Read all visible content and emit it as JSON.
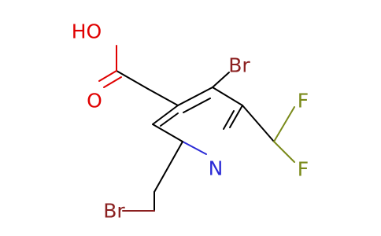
{
  "atoms": {
    "oh": "HO",
    "o": "O",
    "br_ring": "Br",
    "f_top": "F",
    "f_bottom": "F",
    "n": "N",
    "br_methyl": "Br"
  },
  "colors": {
    "bond": "#000000",
    "oxygen": "#e00000",
    "nitrogen": "#2b2bd6",
    "bromine": "#8b2020",
    "fluorine": "#7a8a1a"
  }
}
